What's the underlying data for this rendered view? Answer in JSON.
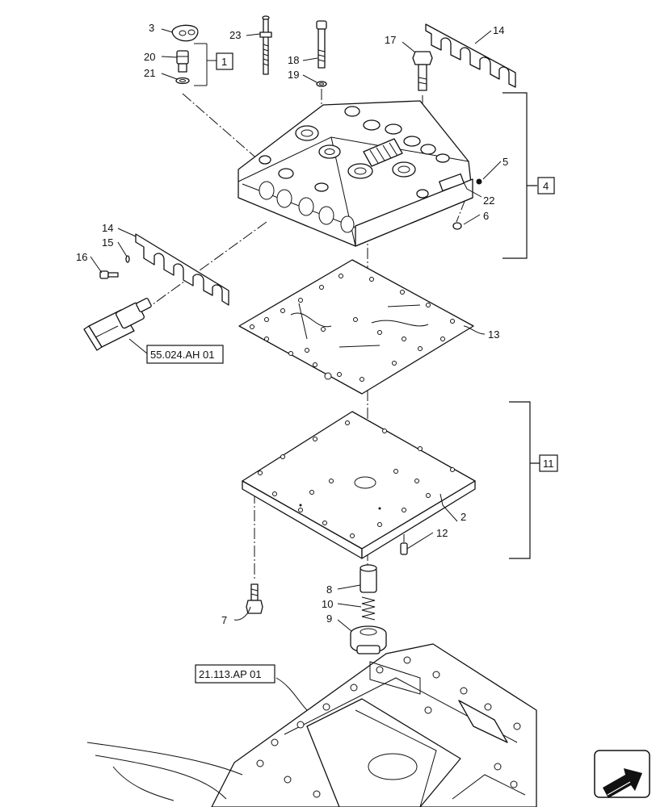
{
  "callouts": {
    "c1": "1",
    "c2": "2",
    "c3": "3",
    "c4": "4",
    "c5": "5",
    "c6": "6",
    "c7": "7",
    "c8": "8",
    "c9": "9",
    "c10": "10",
    "c11": "11",
    "c12": "12",
    "c13": "13",
    "c14a": "14",
    "c14b": "14",
    "c15": "15",
    "c16": "16",
    "c17": "17",
    "c18": "18",
    "c19": "19",
    "c20": "20",
    "c21": "21",
    "c22": "22",
    "c23": "23"
  },
  "references": {
    "solenoid_ref": "55.024.AH 01",
    "housing_ref": "21.113.AP 01"
  },
  "icons": {
    "nav": "arrow-next-icon"
  }
}
